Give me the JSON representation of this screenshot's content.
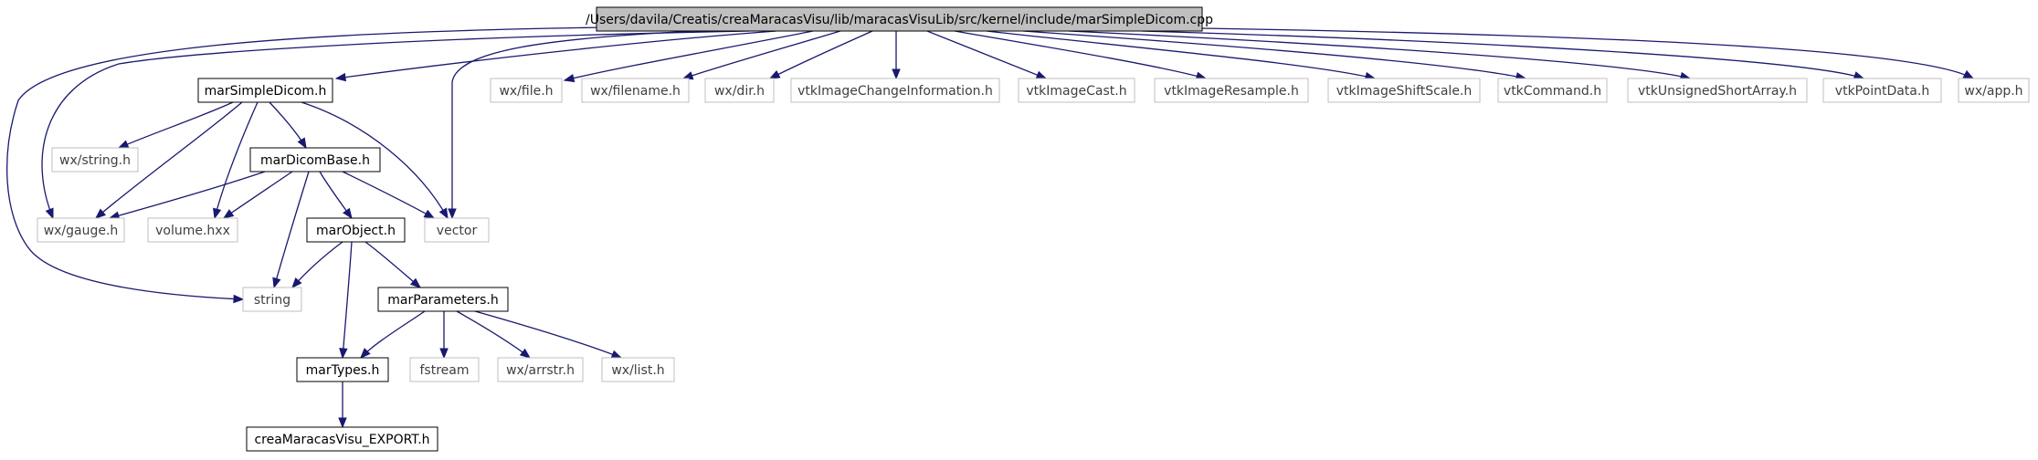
{
  "root": "/Users/davila/Creatis/creaMaracasVisu/lib/maracasVisuLib/src/kernel/include/marSimpleDicom.cpp",
  "nodes": {
    "root": "/Users/davila/Creatis/creaMaracasVisu/lib/maracasVisuLib/src/kernel/include/marSimpleDicom.cpp",
    "marSimpleDicom_h": "marSimpleDicom.h",
    "wx_file_h": "wx/file.h",
    "wx_filename_h": "wx/filename.h",
    "wx_dir_h": "wx/dir.h",
    "vtkImageChangeInformation_h": "vtkImageChangeInformation.h",
    "vtkImageCast_h": "vtkImageCast.h",
    "vtkImageResample_h": "vtkImageResample.h",
    "vtkImageShiftScale_h": "vtkImageShiftScale.h",
    "vtkCommand_h": "vtkCommand.h",
    "vtkUnsignedShortArray_h": "vtkUnsignedShortArray.h",
    "vtkPointData_h": "vtkPointData.h",
    "wx_app_h": "wx/app.h",
    "wx_string_h": "wx/string.h",
    "marDicomBase_h": "marDicomBase.h",
    "wx_gauge_h": "wx/gauge.h",
    "volume_hxx": "volume.hxx",
    "vector": "vector",
    "marObject_h": "marObject.h",
    "string": "string",
    "marParameters_h": "marParameters.h",
    "marTypes_h": "marTypes.h",
    "fstream": "fstream",
    "wx_arrstr_h": "wx/arrstr.h",
    "wx_list_h": "wx/list.h",
    "creaMaracasVisu_EXPORT_h": "creaMaracasVisu_EXPORT.h"
  },
  "edges": [
    [
      "root",
      "marSimpleDicom_h"
    ],
    [
      "root",
      "wx_file_h"
    ],
    [
      "root",
      "wx_filename_h"
    ],
    [
      "root",
      "wx_dir_h"
    ],
    [
      "root",
      "vtkImageChangeInformation_h"
    ],
    [
      "root",
      "vtkImageCast_h"
    ],
    [
      "root",
      "vtkImageResample_h"
    ],
    [
      "root",
      "vtkImageShiftScale_h"
    ],
    [
      "root",
      "vtkCommand_h"
    ],
    [
      "root",
      "vtkUnsignedShortArray_h"
    ],
    [
      "root",
      "vtkPointData_h"
    ],
    [
      "root",
      "wx_app_h"
    ],
    [
      "root",
      "wx_gauge_h"
    ],
    [
      "root",
      "vector"
    ],
    [
      "root",
      "string"
    ],
    [
      "marSimpleDicom_h",
      "wx_string_h"
    ],
    [
      "marSimpleDicom_h",
      "wx_gauge_h"
    ],
    [
      "marSimpleDicom_h",
      "volume_hxx"
    ],
    [
      "marSimpleDicom_h",
      "marDicomBase_h"
    ],
    [
      "marSimpleDicom_h",
      "vector"
    ],
    [
      "marDicomBase_h",
      "wx_gauge_h"
    ],
    [
      "marDicomBase_h",
      "volume_hxx"
    ],
    [
      "marDicomBase_h",
      "vector"
    ],
    [
      "marDicomBase_h",
      "marObject_h"
    ],
    [
      "marDicomBase_h",
      "string"
    ],
    [
      "marObject_h",
      "string"
    ],
    [
      "marObject_h",
      "marParameters_h"
    ],
    [
      "marObject_h",
      "marTypes_h"
    ],
    [
      "marParameters_h",
      "marTypes_h"
    ],
    [
      "marParameters_h",
      "fstream"
    ],
    [
      "marParameters_h",
      "wx_arrstr_h"
    ],
    [
      "marParameters_h",
      "wx_list_h"
    ],
    [
      "marTypes_h",
      "creaMaracasVisu_EXPORT_h"
    ]
  ]
}
